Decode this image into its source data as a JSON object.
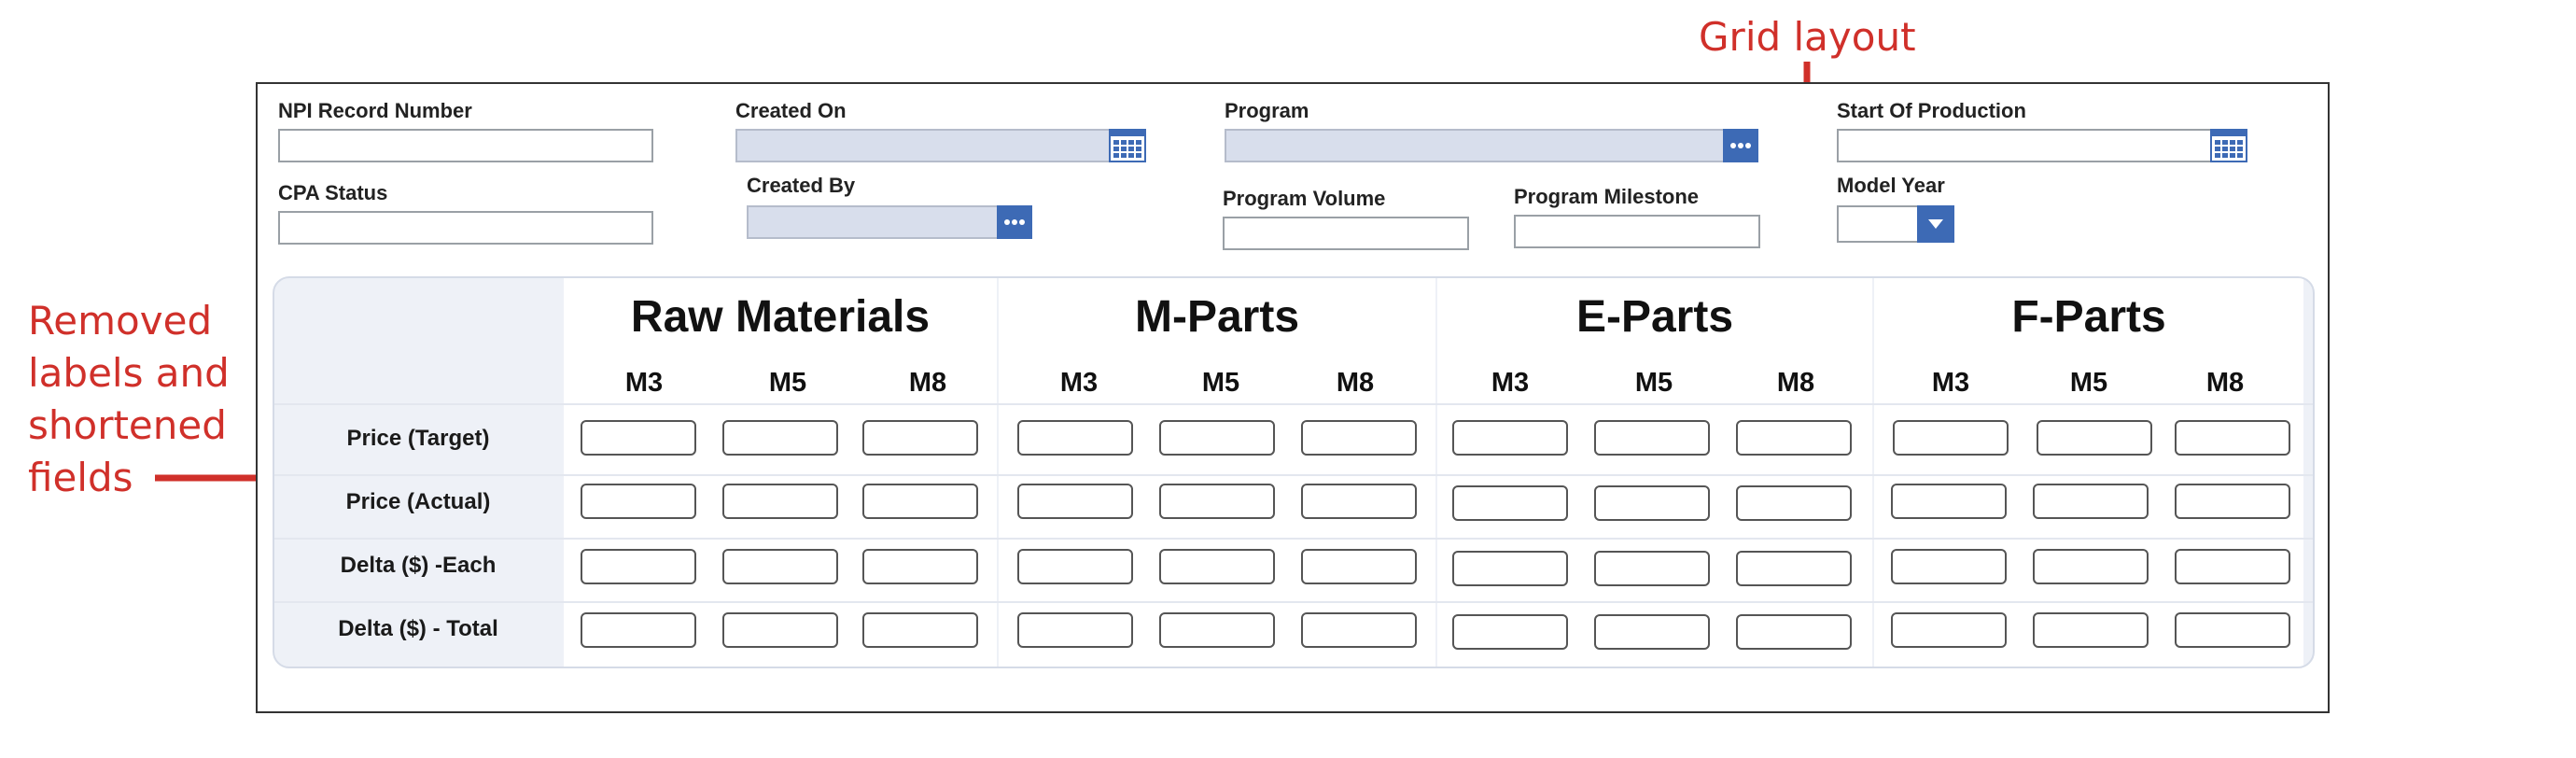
{
  "annotations": {
    "left_callout": "Removed\nlabels and\nshortened\nfields",
    "top_callout": "Grid layout"
  },
  "fields": {
    "npi_record_number": {
      "label": "NPI Record Number",
      "value": ""
    },
    "created_on": {
      "label": "Created On",
      "value": ""
    },
    "program": {
      "label": "Program",
      "value": ""
    },
    "start_of_production": {
      "label": "Start Of Production",
      "value": ""
    },
    "cpa_status": {
      "label": "CPA Status",
      "value": ""
    },
    "created_by": {
      "label": "Created By",
      "value": ""
    },
    "program_volume": {
      "label": "Program Volume",
      "value": ""
    },
    "program_milestone": {
      "label": "Program Milestone",
      "value": ""
    },
    "model_year": {
      "label": "Model Year",
      "value": ""
    }
  },
  "grid": {
    "groups": [
      {
        "title": "Raw Materials",
        "columns": [
          "M3",
          "M5",
          "M8"
        ]
      },
      {
        "title": "M-Parts",
        "columns": [
          "M3",
          "M5",
          "M8"
        ]
      },
      {
        "title": "E-Parts",
        "columns": [
          "M3",
          "M5",
          "M8"
        ]
      },
      {
        "title": "F-Parts",
        "columns": [
          "M3",
          "M5",
          "M8"
        ]
      }
    ],
    "rows": [
      "Price (Target)",
      "Price (Actual)",
      "Delta ($) -Each",
      "Delta ($) - Total"
    ]
  },
  "colors": {
    "accent": "#3d6ab5",
    "annotation": "#d0302a",
    "readonly_field": "#d8deec",
    "grid_panel": "#eef1f7"
  },
  "icons": {
    "calendar": "calendar-icon",
    "lookup": "ellipsis-icon",
    "dropdown": "chevron-down-icon"
  }
}
